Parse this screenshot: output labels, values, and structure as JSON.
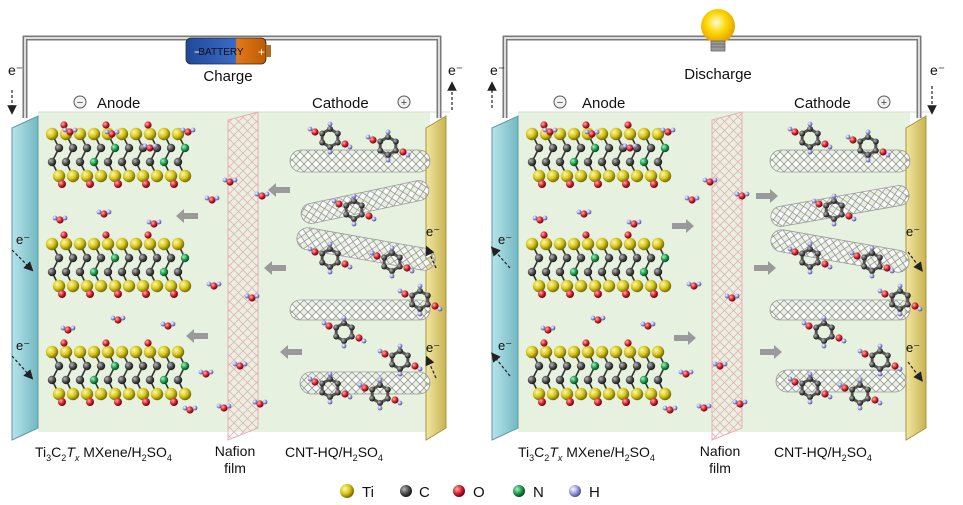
{
  "left_cell": {
    "mode": "Charge",
    "anode_label": "Anode",
    "cathode_label": "Cathode",
    "minus_symbol": "−",
    "plus_symbol": "+",
    "electron": "e⁻",
    "battery_label": "BATTERY",
    "anode_material": {
      "base": "Ti",
      "s1": "3",
      "mid": "C",
      "s2": "2",
      "t": "T",
      "tx": "x",
      "rest": " MXene/H",
      "s3": "2",
      "tail": "SO",
      "s4": "4"
    },
    "separator": {
      "line1": "Nafion",
      "line2": "film"
    },
    "cathode_material": {
      "base": "CNT-HQ/H",
      "s1": "2",
      "tail": "SO",
      "s2": "4"
    }
  },
  "right_cell": {
    "mode": "Discharge",
    "anode_label": "Anode",
    "cathode_label": "Cathode",
    "minus_symbol": "−",
    "plus_symbol": "+",
    "electron": "e⁻",
    "anode_material": {
      "base": "Ti",
      "s1": "3",
      "mid": "C",
      "s2": "2",
      "t": "T",
      "tx": "x",
      "rest": " MXene/H",
      "s3": "2",
      "tail": "SO",
      "s4": "4"
    },
    "separator": {
      "line1": "Nafion",
      "line2": "film"
    },
    "cathode_material": {
      "base": "CNT-HQ/H",
      "s1": "2",
      "tail": "SO",
      "s2": "4"
    }
  },
  "legend": [
    {
      "symbol": "Ti",
      "color": "#d8c81c"
    },
    {
      "symbol": "C",
      "color": "#4a4a4a"
    },
    {
      "symbol": "O",
      "color": "#d0202a"
    },
    {
      "symbol": "N",
      "color": "#1a9a4a"
    },
    {
      "symbol": "H",
      "color": "#9898d8"
    }
  ],
  "colors": {
    "electrolyte": "#e6f2df",
    "anode_electrode": "#93d0d8",
    "cathode_electrode": "#e4d37c",
    "wire": "#9a9a9a",
    "arrow": "#9a9a9a",
    "membrane": "#e8b0b8"
  }
}
